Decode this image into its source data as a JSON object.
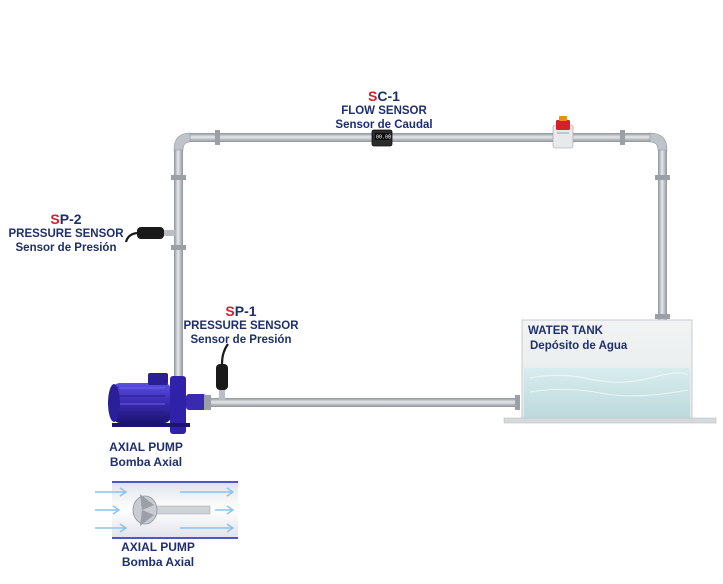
{
  "colors": {
    "accent_red": "#d4202a",
    "label_navy": "#1f2f6e",
    "pipe_grey": "#b9bec4",
    "pump_blue": "#3a2ab0",
    "water": "#cfe6ea"
  },
  "flow_sensor": {
    "tag_first": "S",
    "tag_rest": "C-1",
    "name_en": "FLOW SENSOR",
    "name_es": "Sensor de Caudal",
    "display": "00.00"
  },
  "pressure_sensor_2": {
    "tag_first": "S",
    "tag_rest": "P-2",
    "name_en": "PRESSURE SENSOR",
    "name_es": "Sensor de Presión"
  },
  "pressure_sensor_1": {
    "tag_first": "S",
    "tag_rest": "P-1",
    "name_en": "PRESSURE SENSOR",
    "name_es": "Sensor de Presión"
  },
  "water_tank": {
    "name_en": "WATER TANK",
    "name_es": "Depósito de Agua"
  },
  "axial_pump": {
    "name_en": "AXIAL PUMP",
    "name_es": "Bomba Axial"
  },
  "axial_pump_detail": {
    "name_en": "AXIAL PUMP",
    "name_es": "Bomba Axial"
  }
}
